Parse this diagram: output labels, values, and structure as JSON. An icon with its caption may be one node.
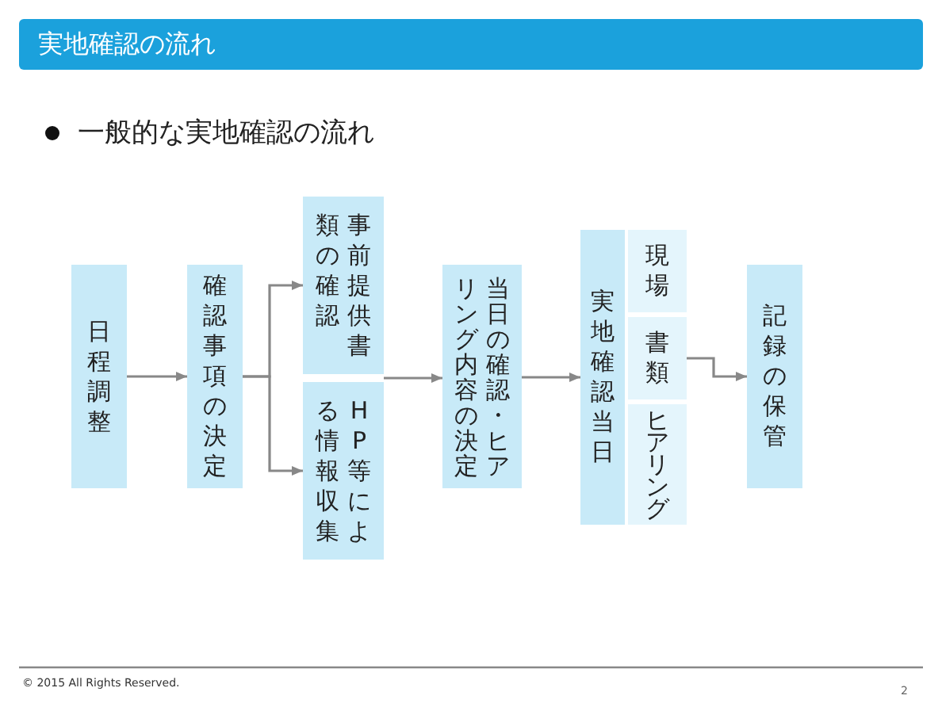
{
  "diagram": {
    "title": "実地確認の流れ",
    "nodes": [
      {
        "text": [
          "日程調整"
        ]
      },
      {
        "text": [
          "確認事項の決定"
        ]
      },
      {
        "text": [
          "事前提供書類の確認"
        ]
      },
      {
        "text": [
          "HP等による情報収集"
        ]
      },
      {
        "text": [
          "当日の確認・ヒアリング内容の決定"
        ]
      },
      {
        "text": [
          "実地確認当日"
        ]
      },
      {
        "text": [
          "現場"
        ]
      },
      {
        "text": [
          "書類"
        ]
      },
      {
        "text": [
          "ヒアリング"
        ]
      },
      {
        "text": [
          "記録の保管"
        ]
      }
    ],
    "edges": [
      {
        "from": 0,
        "to": 1,
        "arrow": "to"
      },
      {
        "from": 1,
        "to": 2,
        "arrow": "to"
      },
      {
        "from": 1,
        "to": 3,
        "arrow": "to"
      },
      {
        "from": 2,
        "to": 4,
        "arrow": "to"
      },
      {
        "from": 3,
        "to": 4,
        "arrow": "to"
      },
      {
        "from": 4,
        "to": 5,
        "arrow": "to"
      },
      {
        "from": 7,
        "to": 9,
        "arrow": "to"
      }
    ],
    "labels": [
      "一般的な実地確認の流れ",
      "© 2015 All Rights Reserved.",
      "2"
    ]
  }
}
